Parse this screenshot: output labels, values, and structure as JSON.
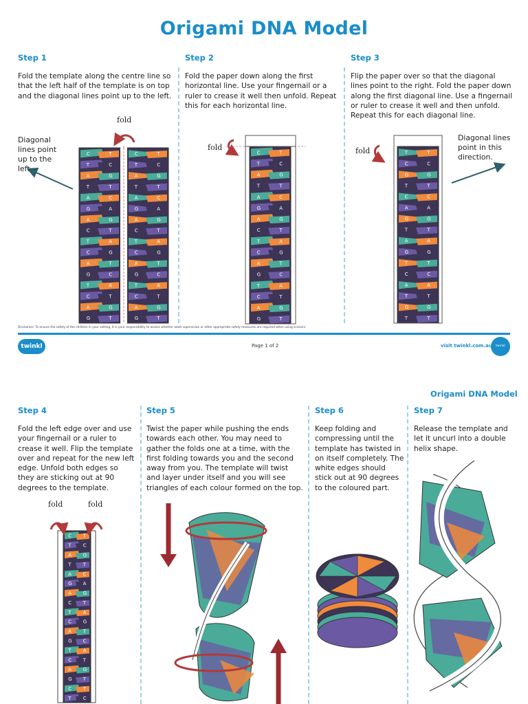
{
  "title": "Origami DNA Model",
  "colors": {
    "blue": "#1b8dc9",
    "navy": "#3d3456",
    "purple": "#6b5aa3",
    "teal": "#4aab99",
    "orange": "#f08a3c",
    "arrow_red": "#b23a3a",
    "arrow_teal": "#2f5f6b"
  },
  "steps": [
    {
      "heading": "Step 1",
      "text": "Fold the template along the centre line so that the left half of the template is on top and the diagonal lines point up to the left."
    },
    {
      "heading": "Step 2",
      "text": "Fold the paper down along the first horizontal line. Use your fingernail or a ruler to crease it well then unfold. Repeat this for each horizontal line."
    },
    {
      "heading": "Step 3",
      "text": "Flip the paper over so that the diagonal lines point to the right. Fold the paper down along the first diagonal line. Use a fingernail or ruler to crease it well and then unfold. Repeat this for each diagonal line."
    },
    {
      "heading": "Step 4",
      "text": "Fold the left edge over and use your fingernail or a ruler to crease it well.  Flip the template over and repeat for the new left edge. Unfold both edges so they are sticking out at 90 degrees to the template."
    },
    {
      "heading": "Step 5",
      "text": "Twist the paper while pushing the ends towards each other. You may need to gather the folds one at a time, with the first folding towards you and the second away from you. The template will twist and layer under itself and you will see triangles of each colour formed on the top."
    },
    {
      "heading": "Step 6",
      "text": "Keep folding and compressing until the template has twisted in on itself completely. The white edges should stick out at 90 degrees to the coloured part."
    },
    {
      "heading": "Step 7",
      "text": "Release the template and let it uncurl into a double helix shape."
    }
  ],
  "labels": {
    "fold": "fold",
    "diag_left": "Diagonal lines point up to the left.",
    "diag_right": "Diagonal lines point in this direction."
  },
  "footer": {
    "disclaimer": "Disclaimer: To ensure the safety of the children in your setting, it is your responsibility to assess whether adult supervision or other appropriate safety measures are required when using scissors.",
    "logo": "twinkl",
    "page": "Page 1 of 2",
    "visit": "visit twinkl.com.au",
    "badge": "twinkl"
  },
  "header2": "Origami DNA Model",
  "strip_letters": [
    "C",
    "T",
    "A",
    "T",
    "A",
    "G",
    "A",
    "C",
    "T",
    "C",
    "A",
    "G",
    "T",
    "C",
    "A",
    "G"
  ],
  "strip_letters_b": [
    "T",
    "C",
    "G",
    "T",
    "C",
    "A",
    "G",
    "T",
    "A",
    "G",
    "T",
    "C",
    "A",
    "T",
    "G",
    "T"
  ]
}
